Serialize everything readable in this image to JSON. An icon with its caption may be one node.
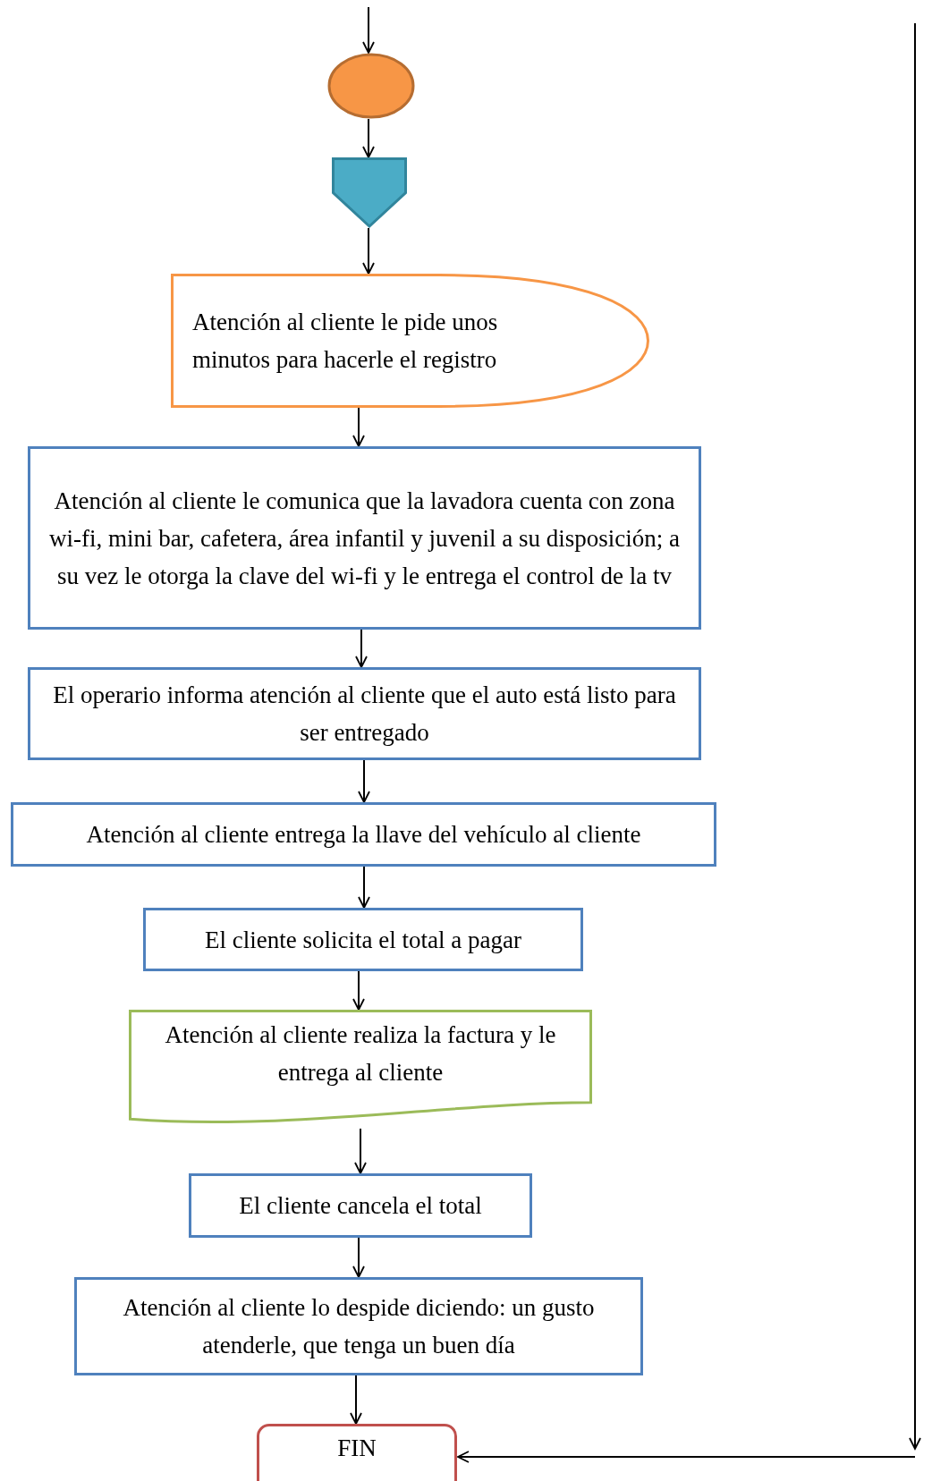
{
  "diagram": {
    "nodes": [
      {
        "text": [],
        "shape": "circle"
      },
      {
        "text": [],
        "shape": "pentagon"
      },
      {
        "text": [
          "Atención al cliente le pide unos minutos para hacerle el registro"
        ]
      },
      {
        "text": [
          "Atención al cliente le comunica que la lavadora cuenta con zona wi-fi, mini bar, cafetera, área infantil y juvenil a su disposición; a su vez le otorga la clave del wi-fi y le entrega el control de la tv"
        ]
      },
      {
        "text": [
          "El operario informa atención al cliente que el auto está listo para ser entregado"
        ]
      },
      {
        "text": [
          "Atención al cliente entrega la llave del vehículo al cliente"
        ]
      },
      {
        "text": [
          "El cliente solicita el total a pagar"
        ]
      },
      {
        "text": [
          "Atención al cliente realiza la factura y le entrega al cliente"
        ]
      },
      {
        "text": [
          "El cliente cancela el total"
        ]
      },
      {
        "text": [
          "Atención al cliente lo despide diciendo: un gusto atenderle, que tenga un buen día"
        ]
      },
      {
        "text": [
          "FIN"
        ]
      }
    ],
    "edges": [
      {
        "from": null,
        "to": 0,
        "arrow": "to"
      },
      {
        "from": 0,
        "to": 1,
        "arrow": "to"
      },
      {
        "from": 1,
        "to": 2,
        "arrow": "to"
      },
      {
        "from": 2,
        "to": 3,
        "arrow": "to"
      },
      {
        "from": 3,
        "to": 4,
        "arrow": "to"
      },
      {
        "from": 4,
        "to": 5,
        "arrow": "to"
      },
      {
        "from": 5,
        "to": 6,
        "arrow": "to"
      },
      {
        "from": 6,
        "to": 7,
        "arrow": "to"
      },
      {
        "from": 7,
        "to": 8,
        "arrow": "to"
      },
      {
        "from": 8,
        "to": 9,
        "arrow": "to"
      },
      {
        "from": 9,
        "to": 10,
        "arrow": "to"
      },
      {
        "from": null,
        "to": 10,
        "arrow": "to"
      }
    ]
  }
}
